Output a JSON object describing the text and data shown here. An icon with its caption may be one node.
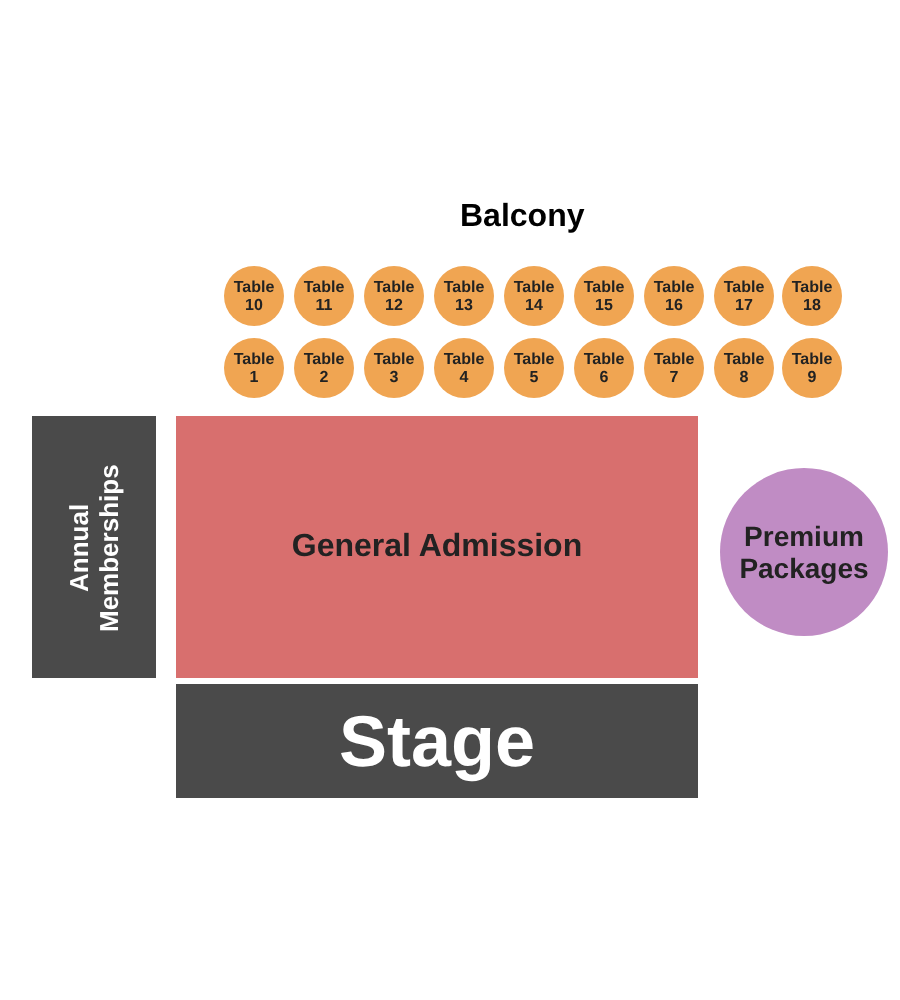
{
  "diagram": {
    "nodes": [
      {
        "text": [
          "Table 10"
        ]
      },
      {
        "text": [
          "Table 11"
        ]
      },
      {
        "text": [
          "Table 12"
        ]
      },
      {
        "text": [
          "Table 13"
        ]
      },
      {
        "text": [
          "Table 14"
        ]
      },
      {
        "text": [
          "Table 15"
        ]
      },
      {
        "text": [
          "Table 16"
        ]
      },
      {
        "text": [
          "Table 17"
        ]
      },
      {
        "text": [
          "Table 18"
        ]
      },
      {
        "text": [
          "Table 1"
        ]
      },
      {
        "text": [
          "Table 2"
        ]
      },
      {
        "text": [
          "Table 3"
        ]
      },
      {
        "text": [
          "Table 4"
        ]
      },
      {
        "text": [
          "Table 5"
        ]
      },
      {
        "text": [
          "Table 6"
        ]
      },
      {
        "text": [
          "Table 7"
        ]
      },
      {
        "text": [
          "Table 8"
        ]
      },
      {
        "text": [
          "Table 9"
        ]
      },
      {
        "text": [
          "Annual Memberships"
        ]
      },
      {
        "text": [
          "General Admission"
        ]
      },
      {
        "text": [
          "Premium Packages"
        ]
      },
      {
        "text": [
          "Stage"
        ]
      }
    ],
    "labels": [
      "Balcony"
    ]
  }
}
